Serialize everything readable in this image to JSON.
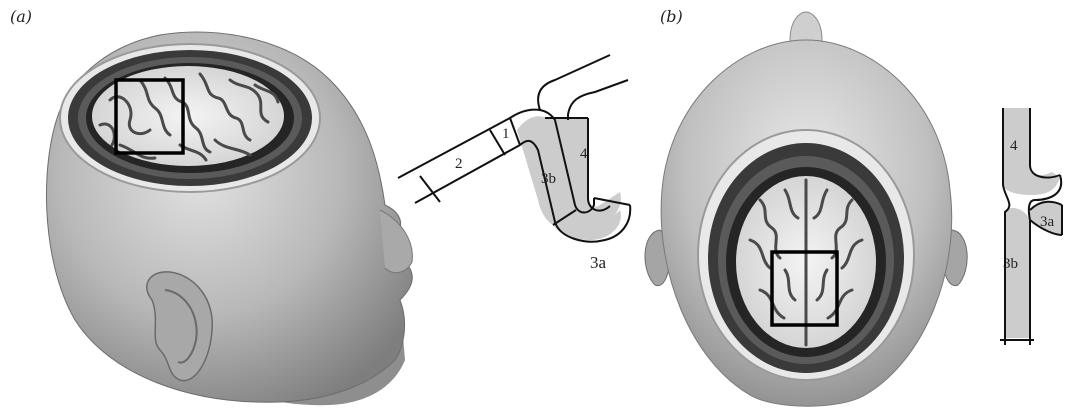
{
  "panels": {
    "a": {
      "label": "(a)"
    },
    "b": {
      "label": "(b)"
    }
  },
  "diagram_a": {
    "segments": [
      "1",
      "2",
      "3b",
      "4",
      "3a"
    ]
  },
  "diagram_b": {
    "segments": [
      "4",
      "3a",
      "3b"
    ]
  },
  "colors": {
    "skin": "#b9b9b9",
    "highlight_fill": "#cccccc",
    "outline": "#111111"
  }
}
